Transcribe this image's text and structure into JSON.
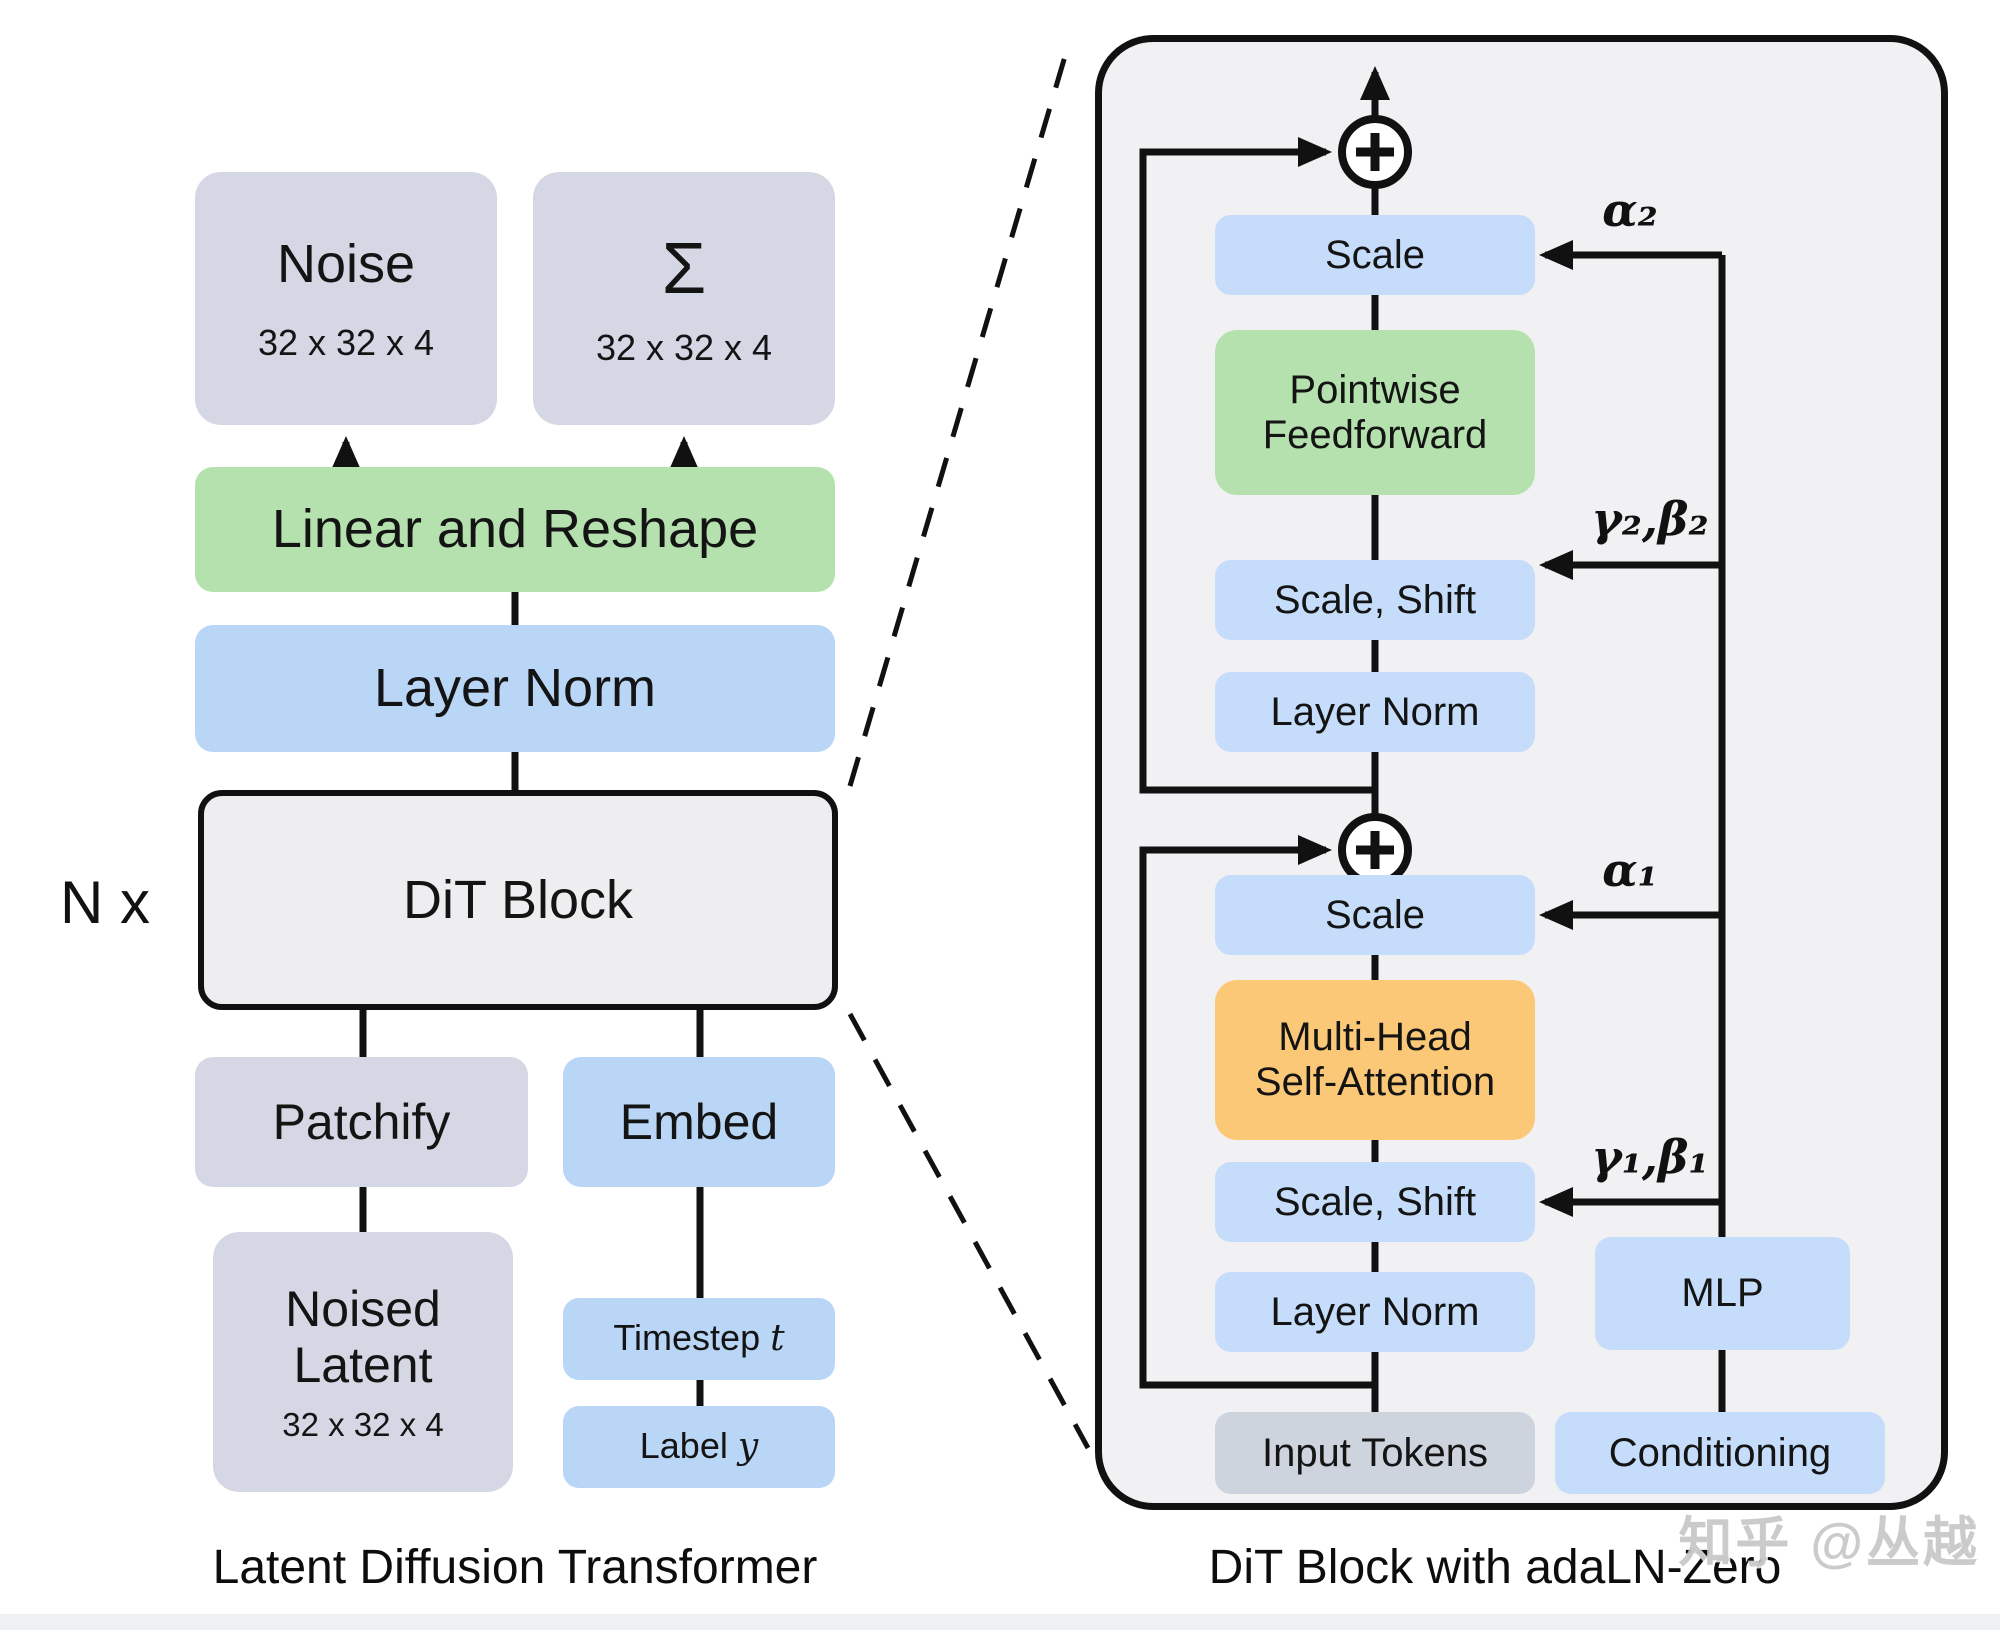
{
  "left_diagram": {
    "caption": "Latent Diffusion Transformer",
    "repeat_label": "N x",
    "noise": {
      "label": "Noise",
      "dims": "32 x 32 x 4"
    },
    "sigma": {
      "label": "Σ",
      "dims": "32 x 32 x 4"
    },
    "linear_reshape": {
      "label": "Linear and Reshape"
    },
    "layer_norm": {
      "label": "Layer Norm"
    },
    "dit_block": {
      "label": "DiT Block"
    },
    "patchify": {
      "label": "Patchify"
    },
    "embed": {
      "label": "Embed"
    },
    "noised_latent": {
      "line1": "Noised",
      "line2": "Latent",
      "dims": "32 x 32 x 4"
    },
    "timestep": {
      "label": "Timestep",
      "var": "t"
    },
    "label_y": {
      "label": "Label",
      "var": "y"
    }
  },
  "right_diagram": {
    "caption": "DiT Block with adaLN-Zero",
    "scale_top": {
      "label": "Scale"
    },
    "pointwise_feedforward": {
      "line1": "Pointwise",
      "line2": "Feedforward"
    },
    "scale_shift_top": {
      "label": "Scale, Shift"
    },
    "layer_norm_top": {
      "label": "Layer Norm"
    },
    "scale_bottom": {
      "label": "Scale"
    },
    "multi_head_self_attention": {
      "line1": "Multi-Head",
      "line2": "Self-Attention"
    },
    "scale_shift_bottom": {
      "label": "Scale, Shift"
    },
    "layer_norm_bottom": {
      "label": "Layer Norm"
    },
    "input_tokens": {
      "label": "Input Tokens"
    },
    "mlp": {
      "label": "MLP"
    },
    "conditioning": {
      "label": "Conditioning"
    },
    "cond_labels": {
      "alpha2": "α₂",
      "gamma_beta2": "γ₂,β₂",
      "alpha1": "α₁",
      "gamma_beta1": "γ₁,β₁"
    }
  },
  "watermark": "知乎 @丛越",
  "colors": {
    "lavender_box": "#d6d7e4",
    "blue_box_left": "#b9d6f6",
    "blue_box_right": "#c5ddfa",
    "green_box": "#b5e1ae",
    "orange_box": "#fbc878",
    "input_tokens_box": "#ced4de",
    "panel_fill": "#f1f1f3",
    "line": "#111111"
  }
}
